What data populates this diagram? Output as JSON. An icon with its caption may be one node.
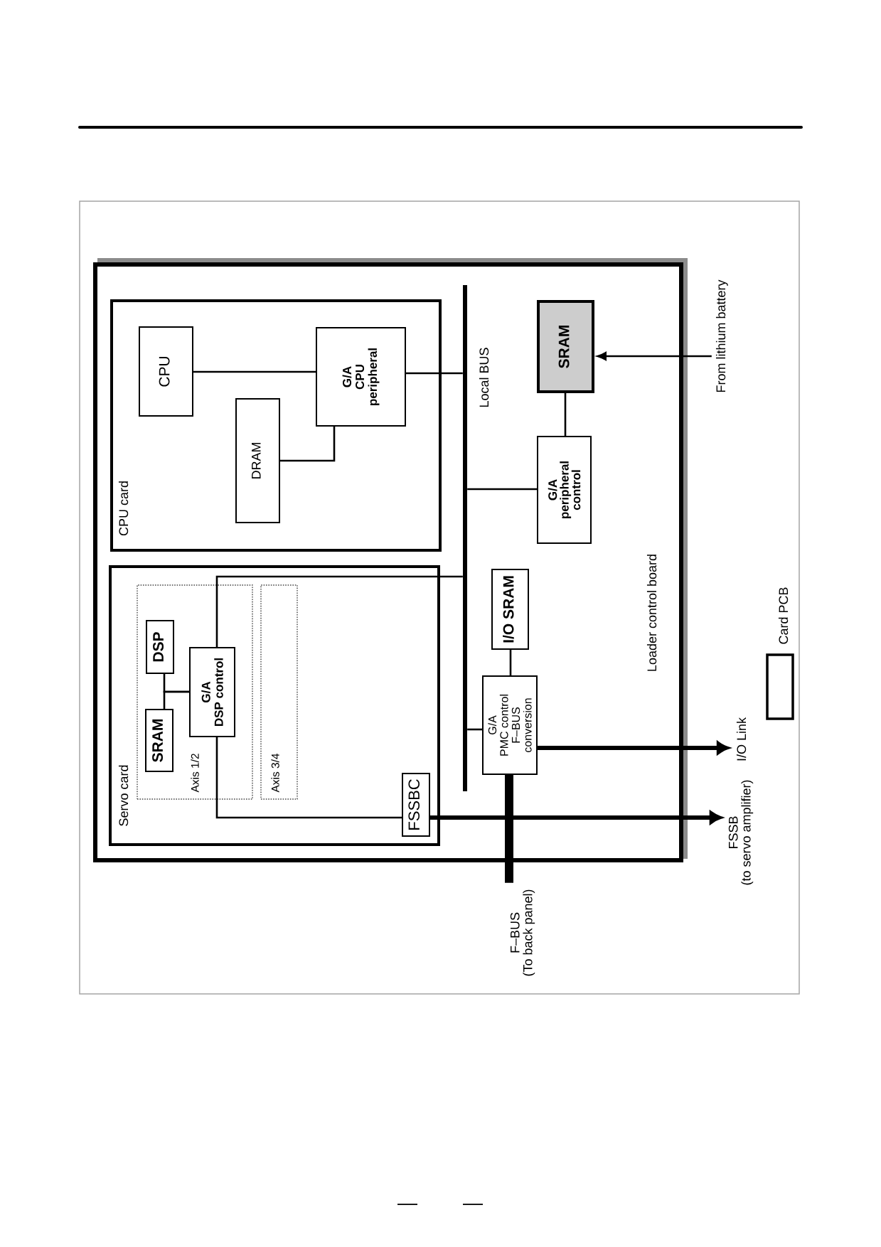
{
  "diagram": {
    "nodes": [
      {
        "text": [
          "Loader control board"
        ]
      },
      {
        "text": [
          "CPU card"
        ],
        "in": 0
      },
      {
        "text": [
          "CPU"
        ],
        "in": 1
      },
      {
        "text": [
          "DRAM"
        ],
        "in": 1
      },
      {
        "text": [
          "G/A CPU peripheral"
        ],
        "in": 1
      },
      {
        "text": [],
        "shape": "bar",
        "beside": [
          "Local BUS"
        ],
        "in": 0
      },
      {
        "text": [
          "SRAM"
        ],
        "in": 0
      },
      {
        "text": [
          "G/A peripheral control"
        ],
        "in": 0
      },
      {
        "text": [
          "Servo card"
        ],
        "in": 0
      },
      {
        "text": [
          "Axis 1/2"
        ],
        "in": 8
      },
      {
        "text": [
          "DSP"
        ],
        "in": 9
      },
      {
        "text": [
          "SRAM"
        ],
        "in": 9
      },
      {
        "text": [
          "G/A DSP control"
        ],
        "in": 9
      },
      {
        "text": [
          "Axis 3/4"
        ],
        "in": 8
      },
      {
        "text": [
          "FSSBC"
        ],
        "in": 8
      },
      {
        "text": [
          "I/O SRAM"
        ],
        "in": 0
      },
      {
        "text": [
          "G/A PMC control F–BUS conversion"
        ],
        "in": 0
      },
      {
        "text": [
          "F–BUS (To back panel)"
        ]
      },
      {
        "text": [
          "FSSB (to servo amplifier)"
        ]
      },
      {
        "text": [
          "I/O Link"
        ]
      },
      {
        "text": [
          "From lithium battery"
        ]
      }
    ],
    "edges": [
      {
        "from": 2,
        "to": 4,
        "arrow": "none"
      },
      {
        "from": 3,
        "to": 4,
        "arrow": "none"
      },
      {
        "from": 4,
        "to": 5,
        "arrow": "none"
      },
      {
        "from": 5,
        "to": 7,
        "arrow": "none"
      },
      {
        "from": 6,
        "to": 7,
        "arrow": "none"
      },
      {
        "from": 20,
        "to": 6,
        "arrow": "to"
      },
      {
        "from": 12,
        "to": 5,
        "arrow": "none"
      },
      {
        "from": 10,
        "to": 12,
        "arrow": "none"
      },
      {
        "from": 11,
        "to": 12,
        "arrow": "none"
      },
      {
        "from": 12,
        "to": 14,
        "arrow": "none"
      },
      {
        "from": 15,
        "to": 16,
        "arrow": "none"
      },
      {
        "from": 16,
        "to": 5,
        "arrow": "none"
      },
      {
        "from": 16,
        "to": 19,
        "arrow": "to",
        "style": "thick"
      },
      {
        "from": 14,
        "to": 18,
        "arrow": "to",
        "style": "thick"
      },
      {
        "from": 16,
        "to": 17,
        "arrow": "none",
        "style": "thick"
      }
    ],
    "legend": [
      {
        "text": "Card PCB"
      }
    ]
  }
}
